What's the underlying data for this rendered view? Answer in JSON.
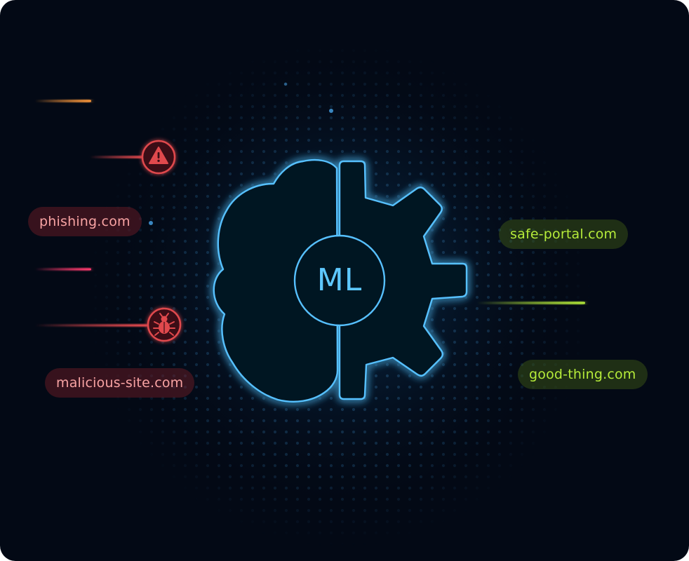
{
  "center": {
    "label": "ML"
  },
  "malicious_urls": [
    {
      "label": "phishing.com"
    },
    {
      "label": "malicious-site.com"
    }
  ],
  "safe_urls": [
    {
      "label": "safe-portal.com"
    },
    {
      "label": "good-thing.com"
    }
  ],
  "icons": {
    "warning": "warning-icon",
    "bug": "bug-icon"
  },
  "colors": {
    "background": "#030915",
    "accent_blue": "#5ec8ff",
    "threat_red": "#e0484d",
    "safe_green": "#b6ec3a",
    "trail_orange": "#ff9a3c",
    "trail_pink": "#ff3a6e"
  }
}
